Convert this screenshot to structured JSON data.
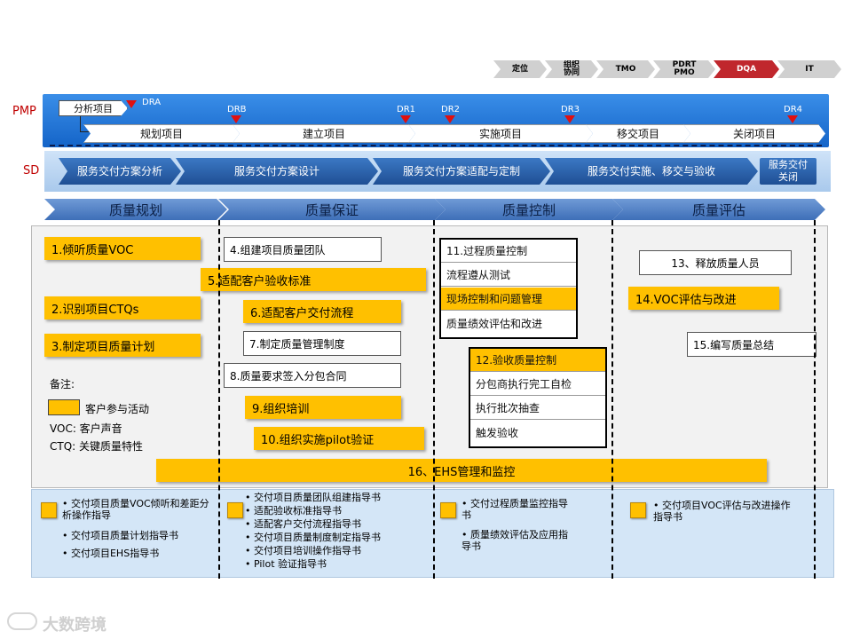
{
  "top_stages": [
    {
      "label": "定位",
      "bg": "#d0d0d0",
      "color": "#000000"
    },
    {
      "label": "组织\n协同",
      "bg": "#d0d0d0",
      "color": "#000000"
    },
    {
      "label": "TMO",
      "bg": "#d0d0d0",
      "color": "#000000"
    },
    {
      "label": "PDRT\nPMO",
      "bg": "#d0d0d0",
      "color": "#000000"
    },
    {
      "label": "DQA",
      "bg": "#c0272d",
      "color": "#ffffff"
    },
    {
      "label": "IT",
      "bg": "#d0d0d0",
      "color": "#000000"
    }
  ],
  "pmp": {
    "label": "PMP",
    "analysis_label": "分析项目",
    "milestones": [
      "DRA",
      "DRB",
      "DR1",
      "DR2",
      "DR3",
      "DR4"
    ],
    "phases": [
      "规划项目",
      "建立项目",
      "实施项目",
      "移交项目",
      "关闭项目"
    ]
  },
  "sd": {
    "label": "SD",
    "stages": [
      "服务交付方案分析",
      "服务交付方案设计",
      "服务交付方案适配与定制",
      "服务交付实施、移交与验收",
      "服务交付\n关闭"
    ]
  },
  "quality_stages": [
    "质量规划",
    "质量保证",
    "质量控制",
    "质量评估"
  ],
  "planning": {
    "items": [
      "1.倾听质量VOC",
      "2.识别项目CTQs",
      "3.制定项目质量计划"
    ],
    "legend_title": "备注:",
    "legend_customer": "客户参与活动",
    "legend_voc": "VOC:  客户声音",
    "legend_ctq": "CTQ:  关键质量特性"
  },
  "assurance": {
    "items": [
      "4.组建项目质量团队",
      "5.适配客户验收标准",
      "6.适配客户交付流程",
      "7.制定质量管理制度",
      "8.质量要求签入分包合同",
      "9.组织培训",
      "10.组织实施pilot验证"
    ]
  },
  "control": {
    "group1": [
      "11.过程质量控制",
      "流程遵从测试",
      "现场控制和问题管理",
      "质量绩效评估和改进"
    ],
    "group2": [
      "12.验收质量控制",
      "分包商执行完工自检",
      "执行批次抽查",
      "触发验收"
    ]
  },
  "evaluation": {
    "items": [
      "13、释放质量人员",
      "14.VOC评估与改进",
      "15.编写质量总结"
    ]
  },
  "ehs": "16、EHS管理和监控",
  "guides": {
    "col1": [
      "交付项目质量VOC倾听和差距分析操作指导",
      "交付项目质量计划指导书",
      "交付项目EHS指导书"
    ],
    "col2": [
      "交付项目质量团队组建指导书",
      "适配验收标准指导书",
      "适配客户交付流程指导书",
      "交付项目质量制度制定指导书",
      "交付项目培训操作指导书",
      "Pilot 验证指导书"
    ],
    "col3": [
      "交付过程质量监控指导书",
      "质量绩效评估及应用指导书"
    ],
    "col4": [
      "交付项目VOC评估与改进操作指导书"
    ]
  },
  "watermark": "大数跨境",
  "colors": {
    "accent_yellow": "#ffc000",
    "pmp_blue": "#1f6fd6",
    "sd_blue": "#2a5fa8",
    "dqa_red": "#c0272d"
  }
}
